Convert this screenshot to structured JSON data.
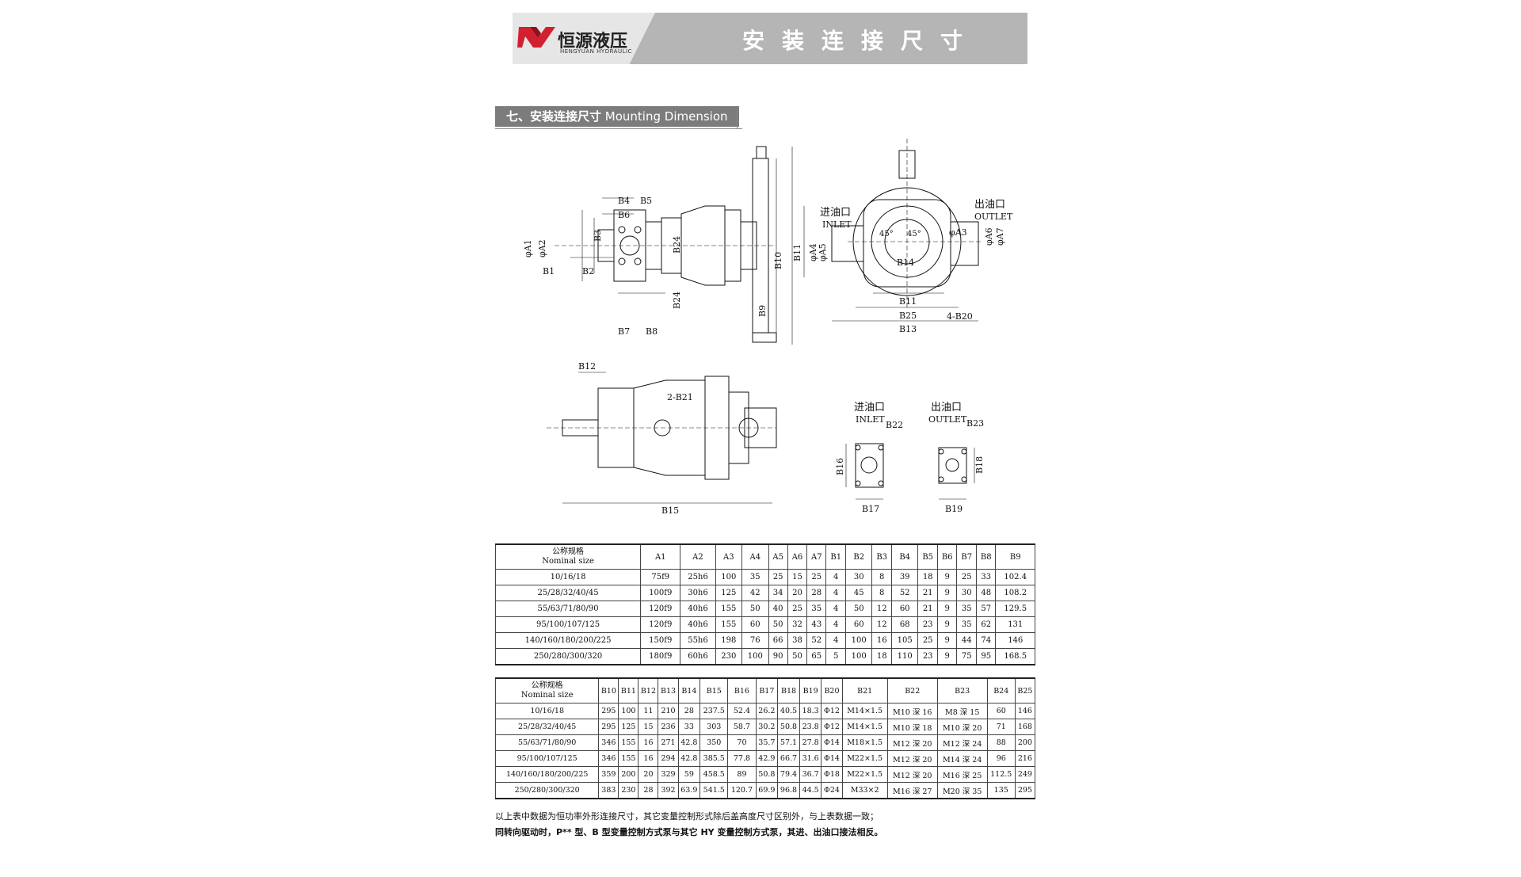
{
  "header": {
    "brand_cn": "恒源液压",
    "brand_en": "HENGYUAN HYDRAULIC",
    "page_title": "安装连接尺寸",
    "colors": {
      "banner": "#b5b5b5",
      "logo_red": "#d32030"
    }
  },
  "section": {
    "title_cn": "七、安装连接尺寸",
    "title_en": "Mounting Dimension"
  },
  "drawing": {
    "inlet_cn": "进油口",
    "inlet_en": "INLET",
    "outlet_cn": "出油口",
    "outlet_en": "OUTLET",
    "labels": {
      "B4": "B4",
      "B5": "B5",
      "B6": "B6",
      "B3": "B3",
      "A1": "φA1",
      "A2": "φA2",
      "B1": "B1",
      "B2": "B2",
      "B7": "B7",
      "B8": "B8",
      "B24a": "B24",
      "B24b": "B24",
      "B9": "B9",
      "B10": "B10",
      "B11v": "B11",
      "A4": "φA4",
      "A5": "φA5",
      "A3": "φA3",
      "A6": "φA6",
      "A7": "φA7",
      "ang1": "45°",
      "ang2": "45°",
      "B14": "B14",
      "B20": "4-B20",
      "B11": "B11",
      "B25": "B25",
      "B13": "B13",
      "B12": "B12",
      "B21": "2-B21",
      "B15": "B15",
      "B22": "B22",
      "B23": "B23",
      "B16": "B16",
      "B17": "B17",
      "B18": "B18",
      "B19": "B19"
    }
  },
  "table1": {
    "header_cn": "公称规格",
    "header_en": "Nominal size",
    "columns": [
      "A1",
      "A2",
      "A3",
      "A4",
      "A5",
      "A6",
      "A7",
      "B1",
      "B2",
      "B3",
      "B4",
      "B5",
      "B6",
      "B7",
      "B8",
      "B9"
    ],
    "rows": [
      [
        "10/16/18",
        "75f9",
        "25h6",
        "100",
        "35",
        "25",
        "15",
        "25",
        "4",
        "30",
        "8",
        "39",
        "18",
        "9",
        "25",
        "33",
        "102.4"
      ],
      [
        "25/28/32/40/45",
        "100f9",
        "30h6",
        "125",
        "42",
        "34",
        "20",
        "28",
        "4",
        "45",
        "8",
        "52",
        "21",
        "9",
        "30",
        "48",
        "108.2"
      ],
      [
        "55/63/71/80/90",
        "120f9",
        "40h6",
        "155",
        "50",
        "40",
        "25",
        "35",
        "4",
        "50",
        "12",
        "60",
        "21",
        "9",
        "35",
        "57",
        "129.5"
      ],
      [
        "95/100/107/125",
        "120f9",
        "40h6",
        "155",
        "60",
        "50",
        "32",
        "43",
        "4",
        "60",
        "12",
        "68",
        "23",
        "9",
        "35",
        "62",
        "131"
      ],
      [
        "140/160/180/200/225",
        "150f9",
        "55h6",
        "198",
        "76",
        "66",
        "38",
        "52",
        "4",
        "100",
        "16",
        "105",
        "25",
        "9",
        "44",
        "74",
        "146"
      ],
      [
        "250/280/300/320",
        "180f9",
        "60h6",
        "230",
        "100",
        "90",
        "50",
        "65",
        "5",
        "100",
        "18",
        "110",
        "23",
        "9",
        "75",
        "95",
        "168.5"
      ]
    ]
  },
  "table2": {
    "header_cn": "公称规格",
    "header_en": "Nominal size",
    "columns": [
      "B10",
      "B11",
      "B12",
      "B13",
      "B14",
      "B15",
      "B16",
      "B17",
      "B18",
      "B19",
      "B20",
      "B21",
      "B22",
      "B23",
      "B24",
      "B25"
    ],
    "rows": [
      [
        "10/16/18",
        "295",
        "100",
        "11",
        "210",
        "28",
        "237.5",
        "52.4",
        "26.2",
        "40.5",
        "18.3",
        "Φ12",
        "M14×1.5",
        "M10 深 16",
        "M8 深 15",
        "60",
        "146"
      ],
      [
        "25/28/32/40/45",
        "295",
        "125",
        "15",
        "236",
        "33",
        "303",
        "58.7",
        "30.2",
        "50.8",
        "23.8",
        "Φ12",
        "M14×1.5",
        "M10 深 18",
        "M10 深 20",
        "71",
        "168"
      ],
      [
        "55/63/71/80/90",
        "346",
        "155",
        "16",
        "271",
        "42.8",
        "350",
        "70",
        "35.7",
        "57.1",
        "27.8",
        "Φ14",
        "M18×1.5",
        "M12 深 20",
        "M12 深 24",
        "88",
        "200"
      ],
      [
        "95/100/107/125",
        "346",
        "155",
        "16",
        "294",
        "42.8",
        "385.5",
        "77.8",
        "42.9",
        "66.7",
        "31.6",
        "Φ14",
        "M22×1.5",
        "M12 深 20",
        "M14 深 24",
        "96",
        "216"
      ],
      [
        "140/160/180/200/225",
        "359",
        "200",
        "20",
        "329",
        "59",
        "458.5",
        "89",
        "50.8",
        "79.4",
        "36.7",
        "Φ18",
        "M22×1.5",
        "M12 深 20",
        "M16 深 25",
        "112.5",
        "249"
      ],
      [
        "250/280/300/320",
        "383",
        "230",
        "28",
        "392",
        "63.9",
        "541.5",
        "120.7",
        "69.9",
        "96.8",
        "44.5",
        "Φ24",
        "M33×2",
        "M16 深 27",
        "M20 深 35",
        "135",
        "295"
      ]
    ]
  },
  "notes": {
    "line1": "以上表中数据为恒功率外形连接尺寸，其它变量控制形式除后盖高度尺寸区别外，与上表数据一致；",
    "line2": "同转向驱动时，P** 型、B 型变量控制方式泵与其它 HY 变量控制方式泵，其进、出油口接法相反。"
  }
}
